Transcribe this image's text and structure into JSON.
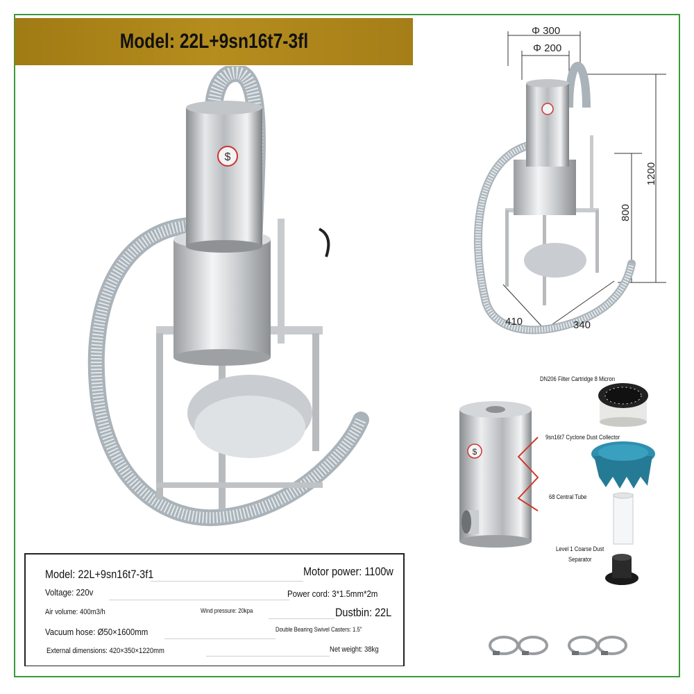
{
  "title": "Model: 22L+9sn16t7-3fl",
  "dimensions": {
    "dia_outer": "Φ 300",
    "dia_inner": "Φ 200",
    "height_total": "1200",
    "height_body": "800",
    "width": "410",
    "depth": "340"
  },
  "parts": {
    "filter": "DN206 Filter Cartridge 8 Micron",
    "cyclone": "9sn16t7 Cyclone Dust Collector",
    "tube": "68 Central Tube",
    "separator_line1": "Level 1 Coarse Dust",
    "separator_line2": "Separator"
  },
  "specs": {
    "model": "Model: 22L+9sn16t7-3f1",
    "motor": "Motor power: 1100w",
    "voltage": "Voltage: 220v",
    "cord": "Power cord: 3*1.5mm*2m",
    "air": "Air volume: 400m3/h",
    "wind": "Wind pressure: 20kpa",
    "dustbin": "Dustbin: 22L",
    "hose": "Vacuum hose: Ø50×1600mm",
    "casters": "Double Bearing Swivel Casters: 1.5\"",
    "external": "External dimensions: 420×350×1220mm",
    "weight": "Net weight: 38kg"
  },
  "colors": {
    "banner": "#b08a1c",
    "frame": "#3a9a3a",
    "cyclone": "#2f8fae",
    "arrow": "#cc3a2a"
  }
}
